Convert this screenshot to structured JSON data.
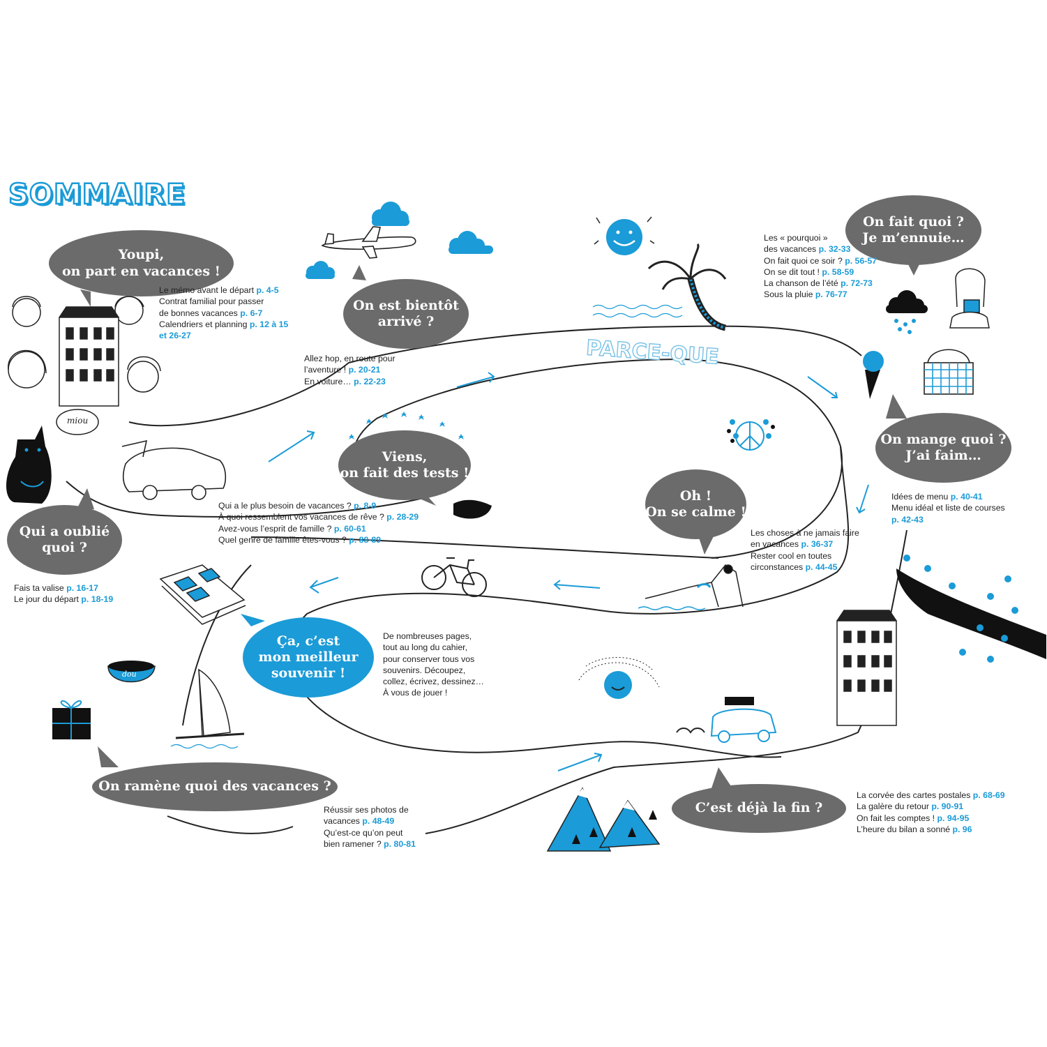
{
  "title": "SOMMAIRE",
  "doodle_text": "PARCE-QUE",
  "cat_speech": "miou",
  "bowl_text": "dou",
  "accent_color": "#1b9bd7",
  "bubble_color": "#6b6b6b",
  "bubbles": {
    "youpi": [
      "Youpi,",
      "on part en vacances !"
    ],
    "bientot": [
      "On est bientôt",
      "arrivé ?"
    ],
    "faitquoi": [
      "On fait quoi ?",
      "Je m’ennuie…"
    ],
    "tests": [
      "Viens,",
      "on fait des tests !"
    ],
    "mange": [
      "On mange quoi ?",
      "J’ai faim…"
    ],
    "calme": [
      "Oh !",
      "On se calme !"
    ],
    "oublie": [
      "Qui a oublié",
      "quoi ?"
    ],
    "souvenir": [
      "Ça, c’est",
      "mon meilleur",
      "souvenir !"
    ],
    "ramene": [
      "On ramène quoi des vacances ?"
    ],
    "fin": [
      "C’est déjà la fin ?"
    ]
  },
  "toc": {
    "youpi": [
      {
        "t": "Le mémo avant le départ ",
        "p": "p. 4-5"
      },
      {
        "t": "Contrat familial pour passer",
        "p": ""
      },
      {
        "t": "de bonnes vacances ",
        "p": "p. 6-7"
      },
      {
        "t": "Calendriers et planning ",
        "p": "p. 12 à 15"
      },
      {
        "t": "",
        "p": "et 26-27"
      }
    ],
    "bientot": [
      {
        "t": "Allez hop, en route pour",
        "p": ""
      },
      {
        "t": "l’aventure ! ",
        "p": "p. 20-21"
      },
      {
        "t": "En voiture… ",
        "p": "p. 22-23"
      }
    ],
    "faitquoi": [
      {
        "t": "Les « pourquoi »",
        "p": ""
      },
      {
        "t": "des vacances ",
        "p": "p. 32-33"
      },
      {
        "t": "On fait quoi ce soir ? ",
        "p": "p. 56-57"
      },
      {
        "t": "On se dit tout ! ",
        "p": "p. 58-59"
      },
      {
        "t": "La chanson de l’été ",
        "p": "p. 72-73"
      },
      {
        "t": "Sous la pluie ",
        "p": "p. 76-77"
      }
    ],
    "tests": [
      {
        "t": "Qui a le plus besoin de vacances ? ",
        "p": "p. 8-9"
      },
      {
        "t": "À quoi ressemblent vos vacances de rêve ? ",
        "p": "p. 28-29"
      },
      {
        "t": "Avez-vous l’esprit de famille ? ",
        "p": "p. 60-61"
      },
      {
        "t": "Quel genre de famille êtes-vous ? ",
        "p": "p. 88-89"
      }
    ],
    "mange": [
      {
        "t": "Idées de menu ",
        "p": "p. 40-41"
      },
      {
        "t": "Menu idéal et liste de courses",
        "p": ""
      },
      {
        "t": "",
        "p": "p. 42-43"
      }
    ],
    "calme": [
      {
        "t": "Les choses à ne jamais faire",
        "p": ""
      },
      {
        "t": "en vacances ",
        "p": "p. 36-37"
      },
      {
        "t": "Rester cool en toutes",
        "p": ""
      },
      {
        "t": "circonstances ",
        "p": "p. 44-45"
      }
    ],
    "oublie": [
      {
        "t": "Fais ta valise ",
        "p": "p. 16-17"
      },
      {
        "t": "Le jour du départ ",
        "p": "p. 18-19"
      }
    ],
    "souvenir": [
      {
        "t": "De nombreuses pages,",
        "p": ""
      },
      {
        "t": "tout au long du cahier,",
        "p": ""
      },
      {
        "t": "pour conserver tous vos",
        "p": ""
      },
      {
        "t": "souvenirs. Découpez,",
        "p": ""
      },
      {
        "t": "collez, écrivez, dessinez…",
        "p": ""
      },
      {
        "t": "À vous de jouer !",
        "p": ""
      }
    ],
    "ramene": [
      {
        "t": "Réussir ses photos de",
        "p": ""
      },
      {
        "t": "vacances ",
        "p": "p. 48-49"
      },
      {
        "t": "Qu’est-ce qu’on peut",
        "p": ""
      },
      {
        "t": "bien ramener ? ",
        "p": "p. 80-81"
      }
    ],
    "fin": [
      {
        "t": "La corvée des cartes postales ",
        "p": "p. 68-69"
      },
      {
        "t": "La galère du retour ",
        "p": "p. 90-91"
      },
      {
        "t": "On fait les comptes ! ",
        "p": "p. 94-95"
      },
      {
        "t": "L’heure du bilan a sonné ",
        "p": "p. 96"
      }
    ]
  }
}
